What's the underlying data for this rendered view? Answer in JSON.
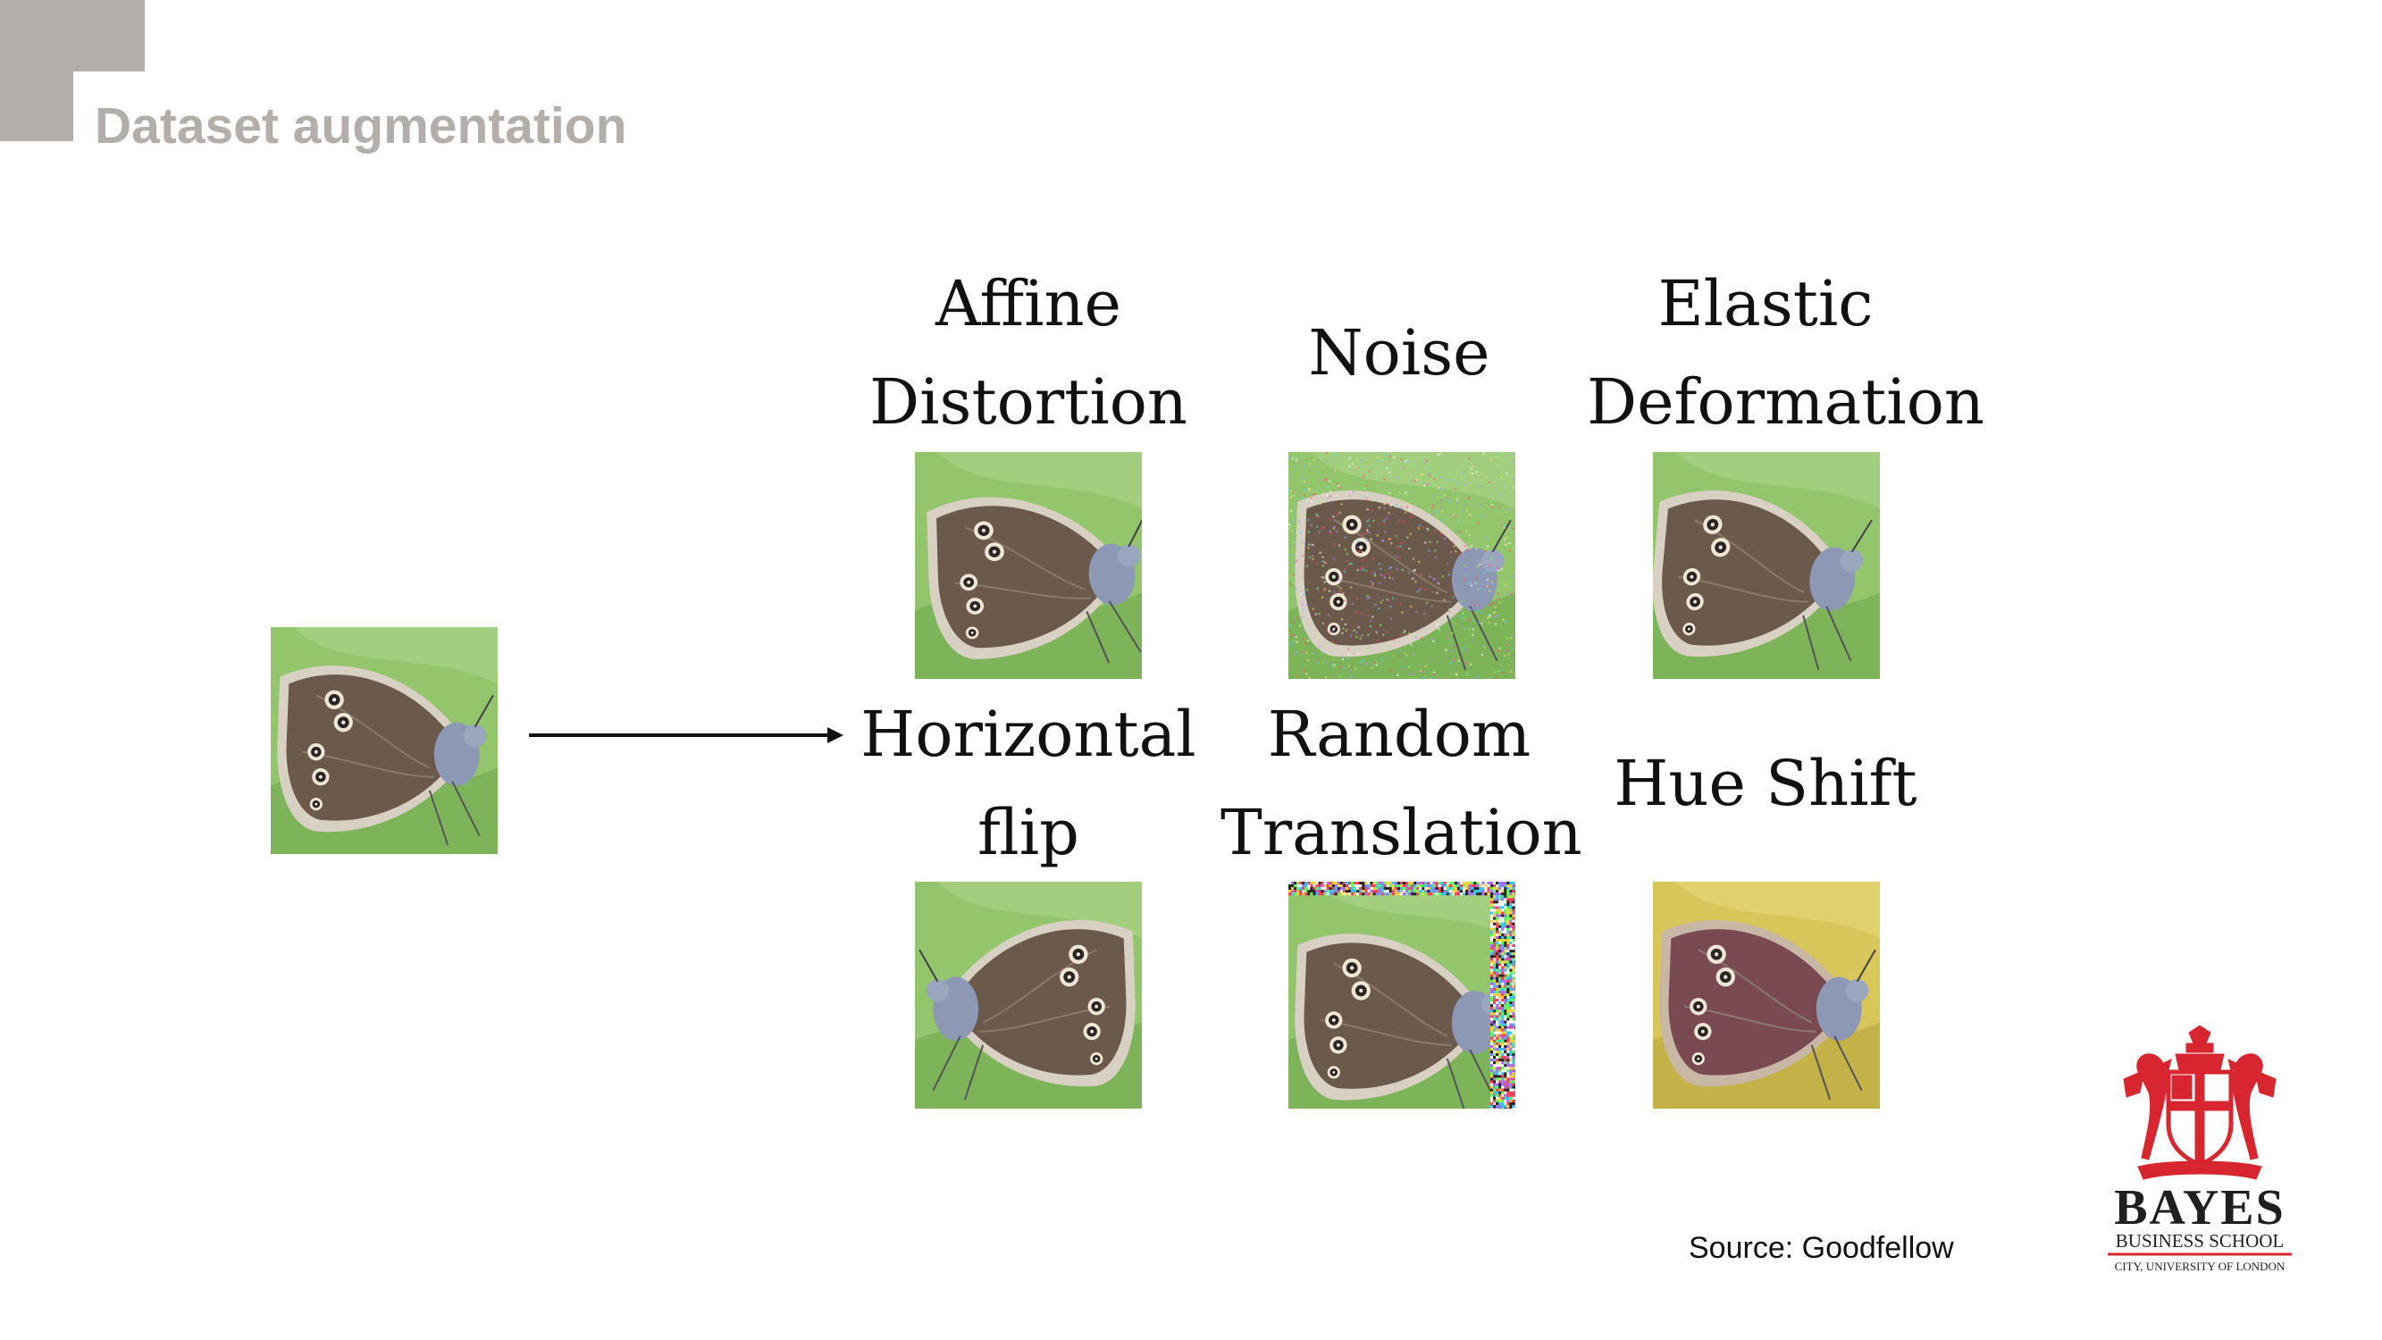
{
  "slide": {
    "title": "Dataset augmentation",
    "source": "Source: Goodfellow"
  },
  "augmentations": [
    {
      "label": [
        "Affine",
        "Distortion"
      ],
      "variant": "affine"
    },
    {
      "label": [
        "Noise"
      ],
      "variant": "noise"
    },
    {
      "label": [
        "Elastic",
        "Deformation"
      ],
      "variant": "elastic"
    },
    {
      "label": [
        "Horizontal",
        "flip"
      ],
      "variant": "flip"
    },
    {
      "label": [
        "Random",
        "Translation"
      ],
      "variant": "translation"
    },
    {
      "label": [
        "Hue Shift"
      ],
      "variant": "hue"
    }
  ],
  "logo": {
    "name": "BAYES",
    "line2": "BUSINESS SCHOOL",
    "line3": "CITY, UNIVERSITY OF LONDON",
    "color": "#d7262f"
  },
  "colors": {
    "title": "#b3aea9",
    "leaf_green": "#8fc06a",
    "wing_brown": "#6b5a4c"
  }
}
